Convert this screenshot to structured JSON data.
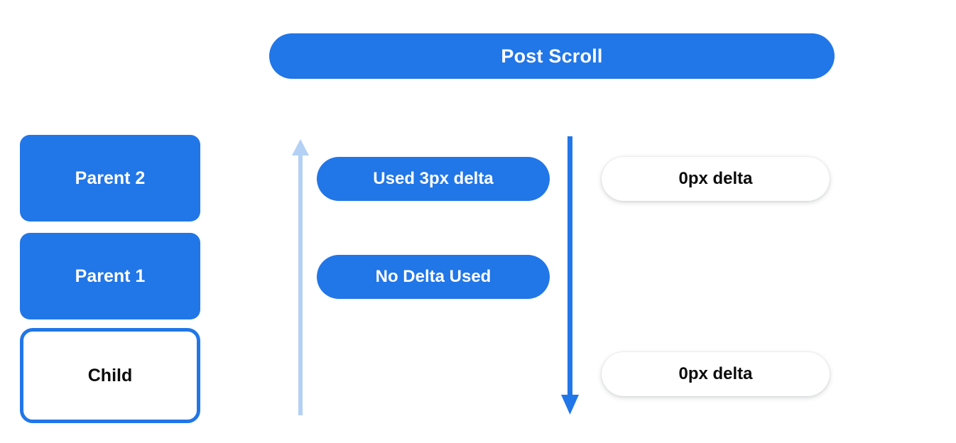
{
  "banner": {
    "title": "Post Scroll"
  },
  "colors": {
    "blue": "#2176e8",
    "light_blue": "#b4d0f5",
    "text_light": "#ffffff",
    "text_dark": "#0c0c0c",
    "background": "#ffffff"
  },
  "element_stack": {
    "boxes": [
      {
        "label": "Parent 2",
        "style": "filled"
      },
      {
        "label": "Parent 1",
        "style": "filled"
      },
      {
        "label": "Child",
        "style": "outlined"
      }
    ]
  },
  "delta_column": {
    "items": [
      {
        "label": "Used 3px delta"
      },
      {
        "label": "No Delta Used"
      }
    ]
  },
  "result_column": {
    "items": [
      {
        "label": "0px delta"
      },
      {
        "label": "0px delta"
      }
    ]
  },
  "arrows": [
    {
      "name": "scroll-propagation-up",
      "direction": "up",
      "color": "#b4d0f5"
    },
    {
      "name": "scroll-propagation-down",
      "direction": "down",
      "color": "#2176e8"
    }
  ]
}
